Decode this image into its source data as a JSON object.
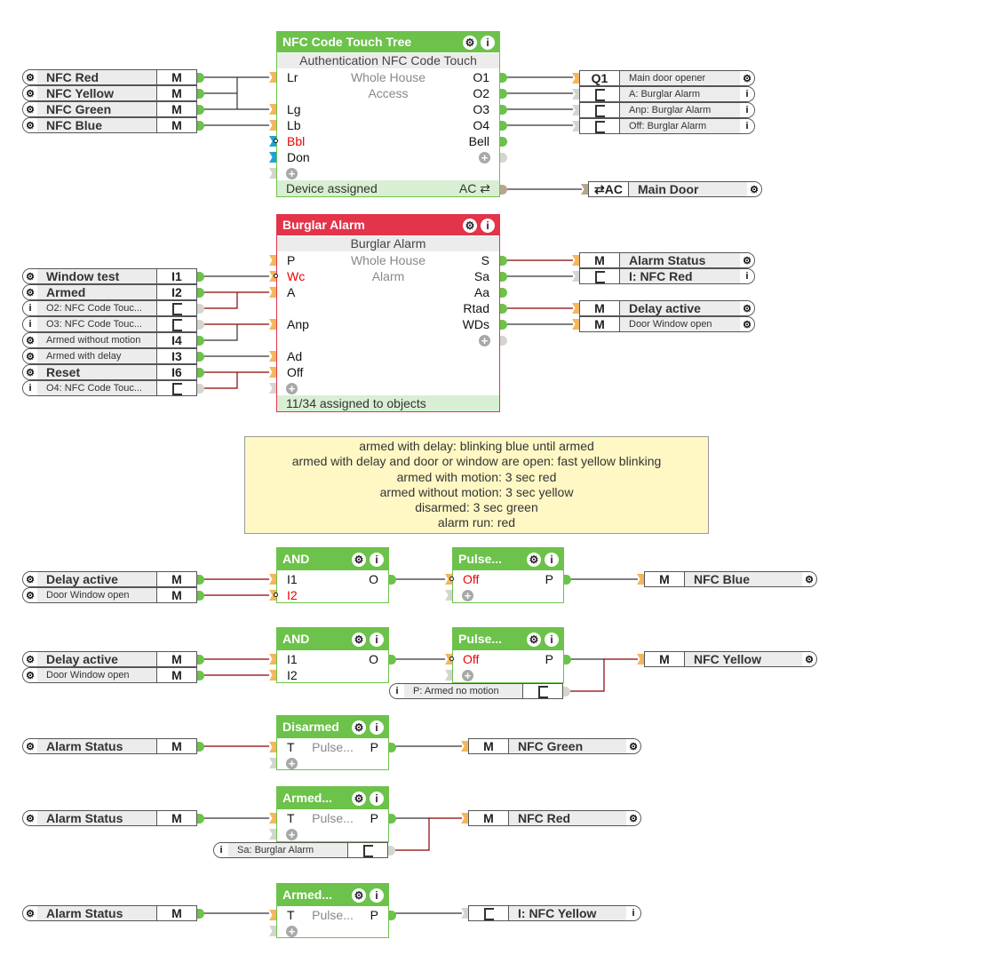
{
  "blocks": [
    {
      "title": "NFC Code Touch Tree",
      "color": "#6cc24a",
      "subtitle": "Authentication NFC Code Touch",
      "center": [
        "Whole House",
        "Access"
      ],
      "inputs": [
        "Lr",
        "Lg",
        "Lb",
        "Bbl",
        "Don"
      ],
      "outputs": [
        "O1",
        "O2",
        "O3",
        "O4",
        "Bell"
      ],
      "footer": "Device assigned",
      "footer_right": "AC ⇄"
    },
    {
      "title": "Burglar Alarm",
      "color": "#e3344a",
      "subtitle": "Burglar Alarm",
      "center": [
        "Whole House",
        "Alarm"
      ],
      "inputs": [
        "P",
        "Wc",
        "A",
        "Anp",
        "Ad",
        "Off"
      ],
      "outputs": [
        "S",
        "Sa",
        "Aa",
        "Rtad",
        "WDs"
      ],
      "footer": "11/34 assigned to objects"
    },
    {
      "title": "AND",
      "color": "#6cc24a",
      "inputs": [
        "I1",
        "I2"
      ],
      "outputs": [
        "O"
      ]
    },
    {
      "title": "Pulse...",
      "color": "#6cc24a",
      "inputs": [
        "Off"
      ],
      "outputs": [
        "P"
      ]
    },
    {
      "title": "AND",
      "color": "#6cc24a",
      "inputs": [
        "I1",
        "I2"
      ],
      "outputs": [
        "O"
      ]
    },
    {
      "title": "Pulse...",
      "color": "#6cc24a",
      "inputs": [
        "Off"
      ],
      "outputs": [
        "P"
      ]
    },
    {
      "title": "Disarmed",
      "color": "#6cc24a",
      "center": [
        "Pulse..."
      ],
      "inputs": [
        "T"
      ],
      "outputs": [
        "P"
      ]
    },
    {
      "title": "Armed...",
      "color": "#6cc24a",
      "center": [
        "Pulse..."
      ],
      "inputs": [
        "T"
      ],
      "outputs": [
        "P"
      ]
    },
    {
      "title": "Armed...",
      "color": "#6cc24a",
      "center": [
        "Pulse..."
      ],
      "inputs": [
        "T"
      ],
      "outputs": [
        "P"
      ]
    }
  ],
  "objects": [
    {
      "name": "NFC Red",
      "code": "M",
      "icon": "gear"
    },
    {
      "name": "NFC Yellow",
      "code": "M",
      "icon": "gear"
    },
    {
      "name": "NFC Green",
      "code": "M",
      "icon": "gear"
    },
    {
      "name": "NFC Blue",
      "code": "M",
      "icon": "gear"
    },
    {
      "name": "Window test",
      "code": "I1",
      "icon": "gear"
    },
    {
      "name": "Armed",
      "code": "I2",
      "icon": "gear"
    },
    {
      "name": "O2: NFC Code Touc...",
      "code": "",
      "icon": "info",
      "code_icon": "exit"
    },
    {
      "name": "O3: NFC Code Touc...",
      "code": "",
      "icon": "info",
      "code_icon": "exit"
    },
    {
      "name": "Armed without motion",
      "code": "I4",
      "icon": "gear"
    },
    {
      "name": "Armed with delay",
      "code": "I3",
      "icon": "gear"
    },
    {
      "name": "Reset",
      "code": "I6",
      "icon": "gear"
    },
    {
      "name": "O4: NFC Code Touc...",
      "code": "",
      "icon": "info",
      "code_icon": "exit"
    },
    {
      "name": "Delay active",
      "code": "M",
      "icon": "gear"
    },
    {
      "name": "Door Window open",
      "code": "M",
      "icon": "gear"
    },
    {
      "name": "Delay active",
      "code": "M",
      "icon": "gear"
    },
    {
      "name": "Door Window open",
      "code": "M",
      "icon": "gear"
    },
    {
      "name": "Alarm Status",
      "code": "M",
      "icon": "gear"
    },
    {
      "name": "Alarm Status",
      "code": "M",
      "icon": "gear"
    },
    {
      "name": "Alarm Status",
      "code": "M",
      "icon": "gear"
    },
    {
      "name": "P: Armed no motion",
      "code": "",
      "icon": "info",
      "code_icon": "exit"
    },
    {
      "name": "Sa: Burglar Alarm",
      "code": "",
      "icon": "info",
      "code_icon": "exit"
    },
    {
      "name": "Main door opener",
      "code": "Q1",
      "icon": "gear"
    },
    {
      "name": "A: Burglar Alarm",
      "code": "",
      "icon": "info",
      "code_icon": "exit"
    },
    {
      "name": "Anp: Burglar Alarm",
      "code": "",
      "icon": "info",
      "code_icon": "exit"
    },
    {
      "name": "Off: Burglar Alarm",
      "code": "",
      "icon": "info",
      "code_icon": "exit"
    },
    {
      "name": "Main Door",
      "code": "⇄AC",
      "icon": "gear"
    },
    {
      "name": "Alarm Status",
      "code": "M",
      "icon": "gear"
    },
    {
      "name": "I: NFC Red",
      "code": "",
      "icon": "info",
      "code_icon": "exit"
    },
    {
      "name": "Delay active",
      "code": "M",
      "icon": "gear"
    },
    {
      "name": "Door Window open",
      "code": "M",
      "icon": "gear"
    },
    {
      "name": "NFC Blue",
      "code": "M",
      "icon": "gear"
    },
    {
      "name": "NFC Yellow",
      "code": "M",
      "icon": "gear"
    },
    {
      "name": "NFC Green",
      "code": "M",
      "icon": "gear"
    },
    {
      "name": "NFC Red",
      "code": "M",
      "icon": "gear"
    },
    {
      "name": "I: NFC Yellow",
      "code": "",
      "icon": "info",
      "code_icon": "exit"
    }
  ],
  "note": [
    "armed with delay: blinking blue until armed",
    "armed with delay and door or window are open: fast yellow blinking",
    "armed with motion: 3 sec red",
    "armed without motion: 3 sec yellow",
    "disarmed: 3 sec green",
    "alarm run: red"
  ],
  "colors": {
    "wire": "#333333",
    "wire_active": "#8b0000",
    "port_out": "#6cc24a",
    "port_in": "#f5b55b",
    "port_idle": "#d5d5d0",
    "port_blue": "#1fa3d6"
  }
}
